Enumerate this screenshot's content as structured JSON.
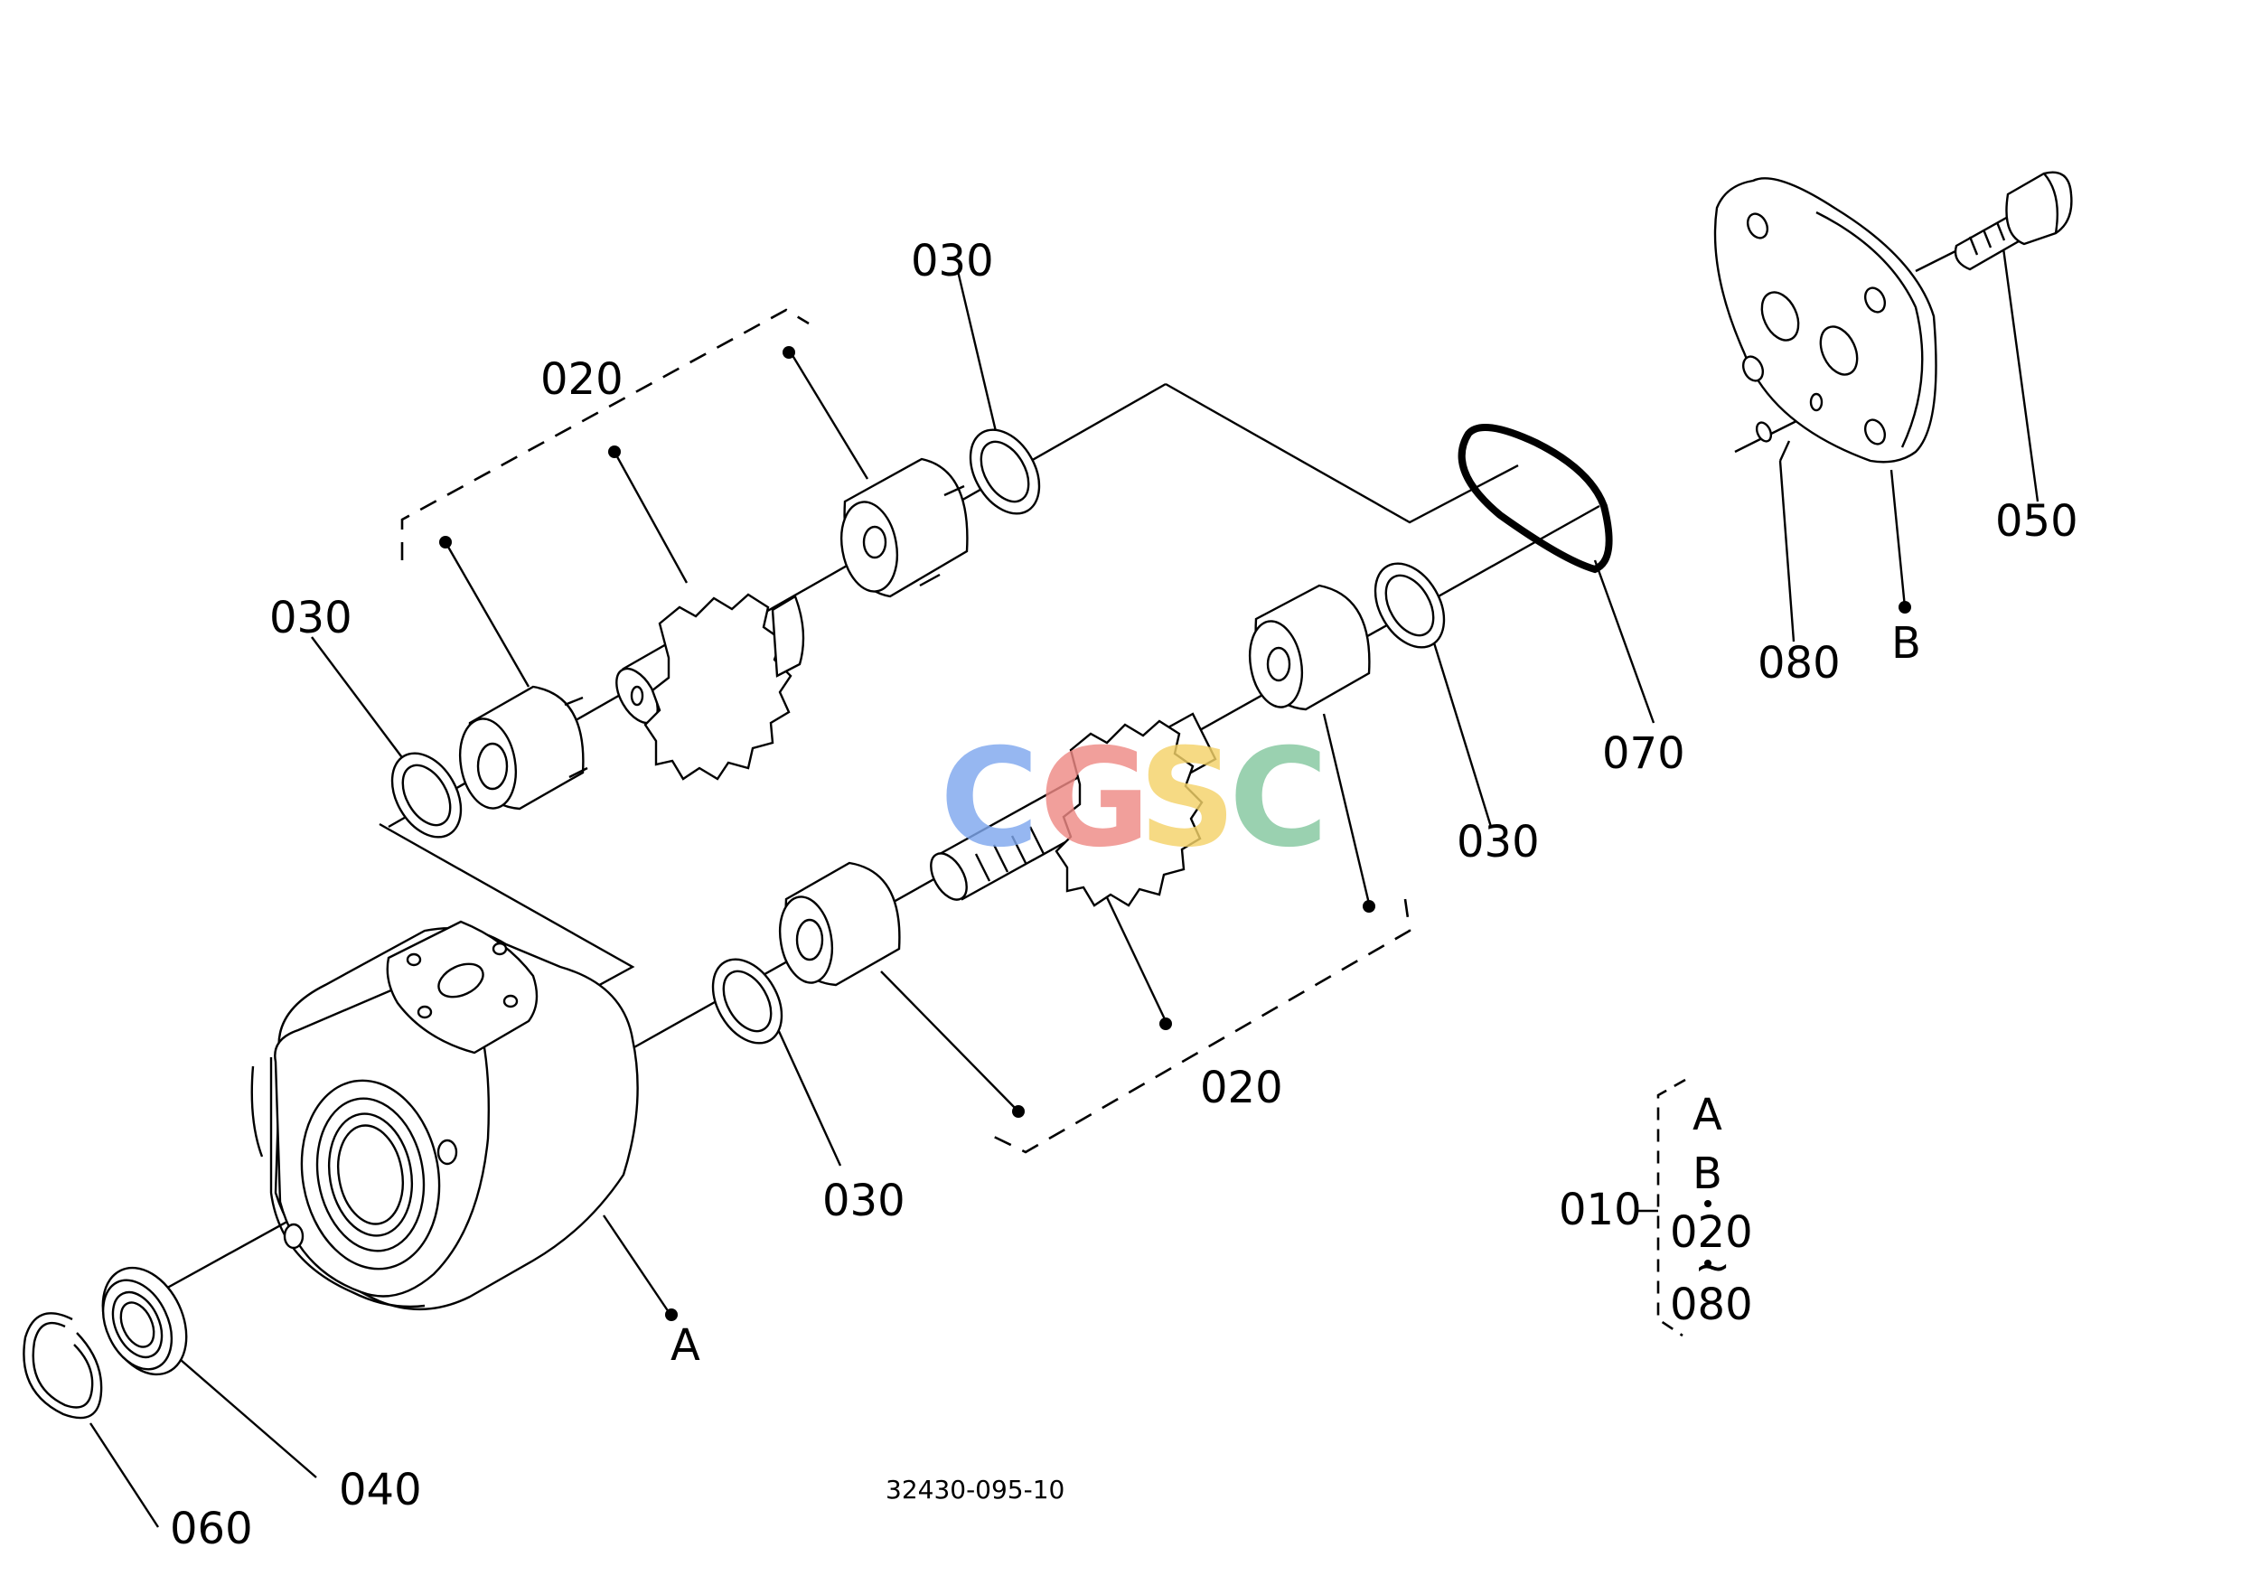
{
  "labels": {
    "l030_top": "030",
    "l020_top": "020",
    "l030_left": "030",
    "l050": "050",
    "l080": "080",
    "lB": "B",
    "l070": "070",
    "l030_right": "030",
    "l020_bottom": "020",
    "l030_bottom": "030",
    "lA": "A",
    "l040": "040",
    "l060": "060"
  },
  "legend": {
    "assembly": "010",
    "items": [
      "A",
      "B",
      "020",
      "~",
      "080"
    ]
  },
  "drawing_number": "32430-095-10",
  "watermark": {
    "letters": [
      "C",
      "G",
      "S",
      "C"
    ],
    "colors": [
      "#7fa8ee",
      "#ef8a86",
      "#f5d36a",
      "#84c79f"
    ]
  }
}
